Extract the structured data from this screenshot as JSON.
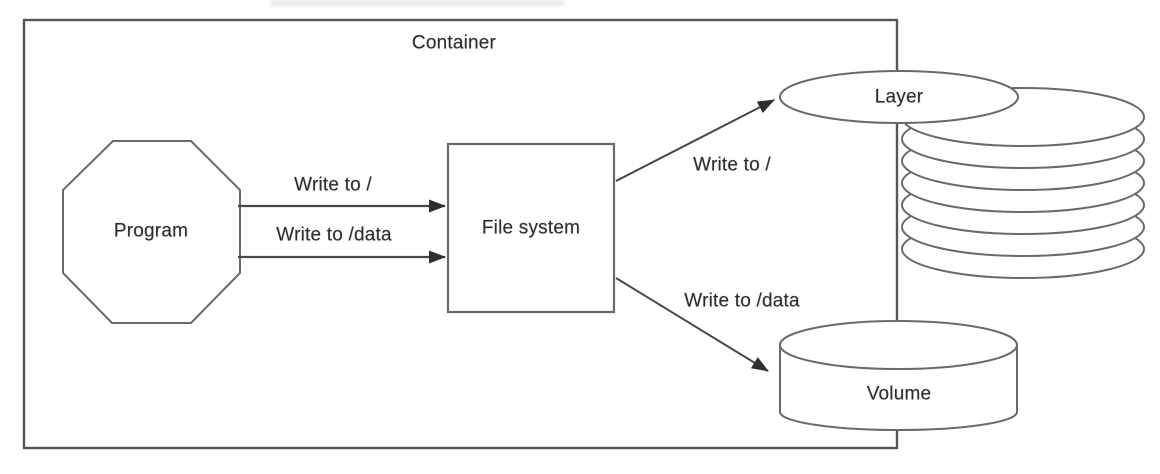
{
  "diagram": {
    "container_label": "Container",
    "nodes": {
      "program": {
        "label": "Program",
        "shape": "octagon"
      },
      "file_system": {
        "label": "File system",
        "shape": "rectangle"
      },
      "layer": {
        "label": "Layer",
        "shape": "ellipse-on-disc-stack",
        "stack_disc_count": 7
      },
      "volume": {
        "label": "Volume",
        "shape": "cylinder"
      }
    },
    "edges": [
      {
        "from": "program",
        "to": "file_system",
        "label": "Write to /"
      },
      {
        "from": "program",
        "to": "file_system",
        "label": "Write to /data"
      },
      {
        "from": "file_system",
        "to": "layer",
        "label": "Write to /"
      },
      {
        "from": "file_system",
        "to": "volume",
        "label": "Write to /data"
      }
    ],
    "colors": {
      "background": "#ffffff",
      "container_border": "#565656",
      "shape_stroke": "#6a6a6a",
      "arrow": "#474747",
      "text": "#2e2e2e"
    }
  }
}
